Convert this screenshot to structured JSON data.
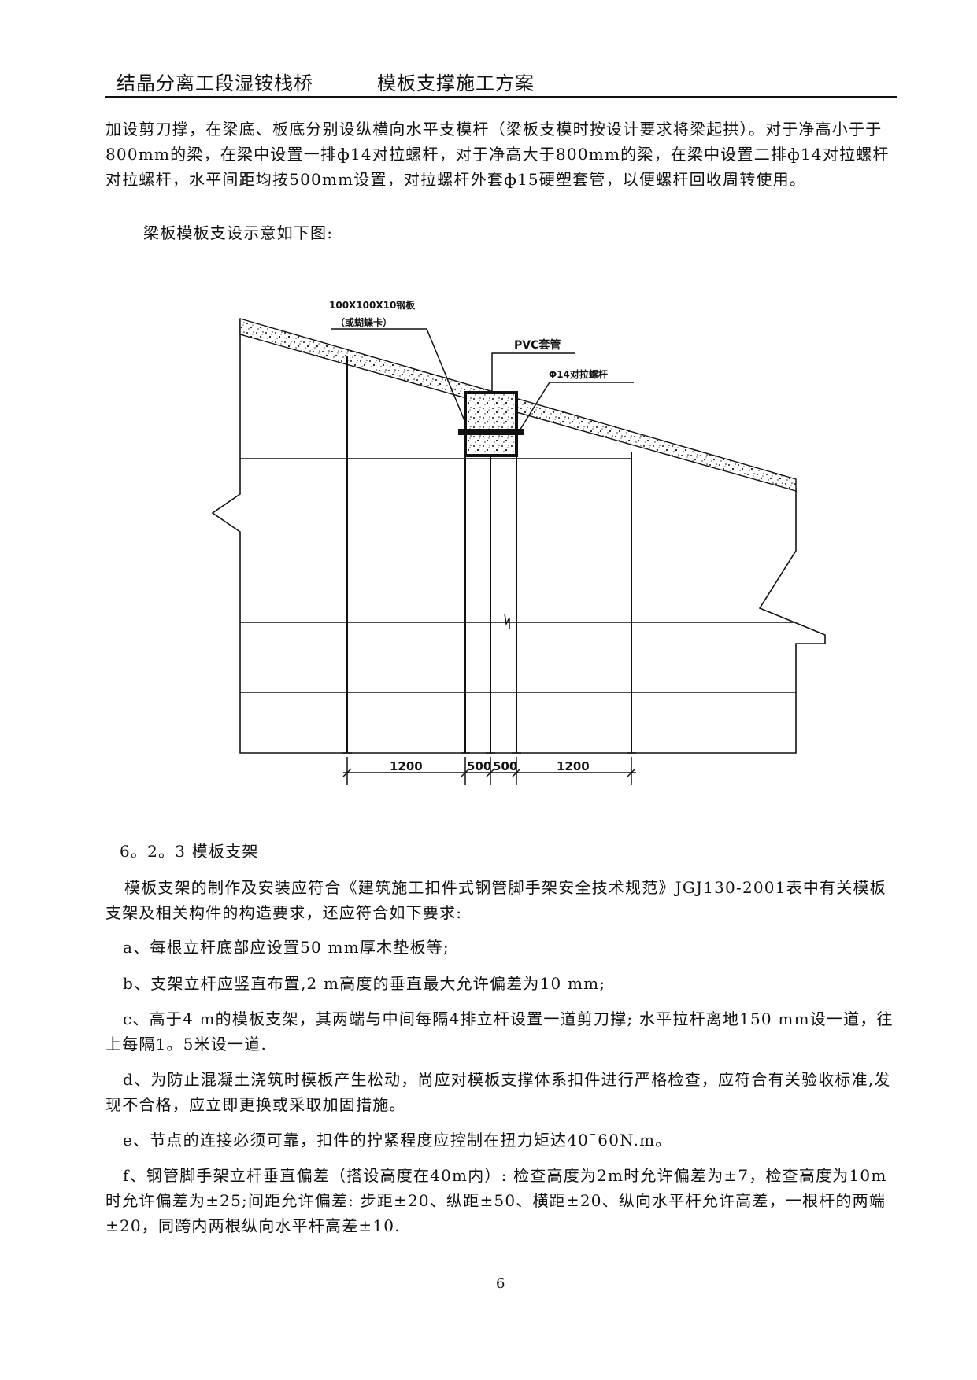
{
  "header": {
    "left_title": "结晶分离工段湿铵栈桥",
    "right_title": "模板支撑施工方案"
  },
  "intro_paragraph": "加设剪刀撑，在梁底、板底分别设纵横向水平支模杆（梁板支模时按设计要求将梁起拱）。对于净高小于于800mm的梁，在梁中设置一排ф14对拉螺杆，对于净高大于800mm的梁，在梁中设置二排ф14对拉螺杆对拉螺杆，水平间距均按500mm设置，对拉螺杆外套ф15硬塑套管，以便螺杆回收周转使用。",
  "diagram_caption": "梁板模板支设示意如下图:",
  "diagram": {
    "label_plate_line1": "100X100X10钢板",
    "label_plate_line2": "（或蝴蝶卡）",
    "label_pvc": "PVC套管",
    "label_bolt": "Φ14对拉螺杆",
    "dim_1": "1200",
    "dim_2": "500",
    "dim_3": "500",
    "dim_4": "1200"
  },
  "section_heading": "6。2。3 模板支架",
  "section_intro": "模板支架的制作及安装应符合《建筑施工扣件式钢管脚手架安全技术规范》JGJ130-2001表中有关模板支架及相关构件的构造要求，还应符合如下要求:",
  "items": [
    "a、每根立杆底部应设置50 mm厚木垫板等;",
    "b、支架立杆应竖直布置,2 m高度的垂直最大允许偏差为10 mm;",
    "c、高于4 m的模板支架，其两端与中间每隔4排立杆设置一道剪刀撑; 水平拉杆离地150 mm设一道，往上每隔1。5米设一道.",
    "d、为防止混凝土浇筑时模板产生松动，尚应对模板支撑体系扣件进行严格检查，应符合有关验收标准,发现不合格，应立即更换或采取加固措施。",
    "e、节点的连接必须可靠，扣件的拧紧程度应控制在扭力矩达40¯60N.m。",
    "f、钢管脚手架立杆垂直偏差（搭设高度在40m内）: 检查高度为2m时允许偏差为±7，检查高度为10m时允许偏差为±25;间距允许偏差: 步距±20、纵距±50、横距±20、纵向水平杆允许高差，一根杆的两端±20，同跨内两根纵向水平杆高差±10."
  ],
  "page_number": "6"
}
